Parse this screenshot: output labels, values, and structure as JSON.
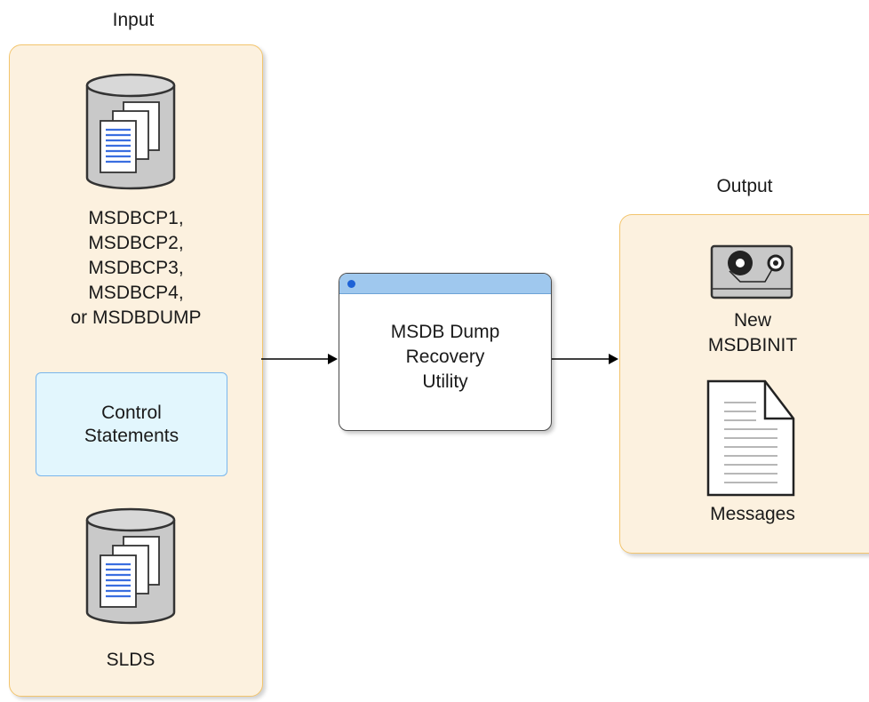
{
  "input": {
    "title": "Input",
    "datasets_label": [
      "MSDBCP1,",
      "MSDBCP2,",
      "MSDBCP3,",
      "MSDBCP4,",
      "or MSDBDUMP"
    ],
    "control_statements": [
      "Control",
      "Statements"
    ],
    "slds_label": "SLDS"
  },
  "utility": {
    "label": [
      "MSDB Dump",
      "Recovery",
      "Utility"
    ]
  },
  "output": {
    "title": "Output",
    "tape_label": [
      "New",
      "MSDBINIT"
    ],
    "messages_label": "Messages"
  },
  "colors": {
    "panel_fill": "#fcf1df",
    "panel_border": "#f3c56d",
    "control_fill": "#e2f6fd",
    "control_border": "#79b6ec",
    "title_bar": "#9fc8ee",
    "title_dot": "#1d62d6"
  },
  "icons": [
    "database-cylinder-icon",
    "tape-reel-icon",
    "document-icon"
  ]
}
